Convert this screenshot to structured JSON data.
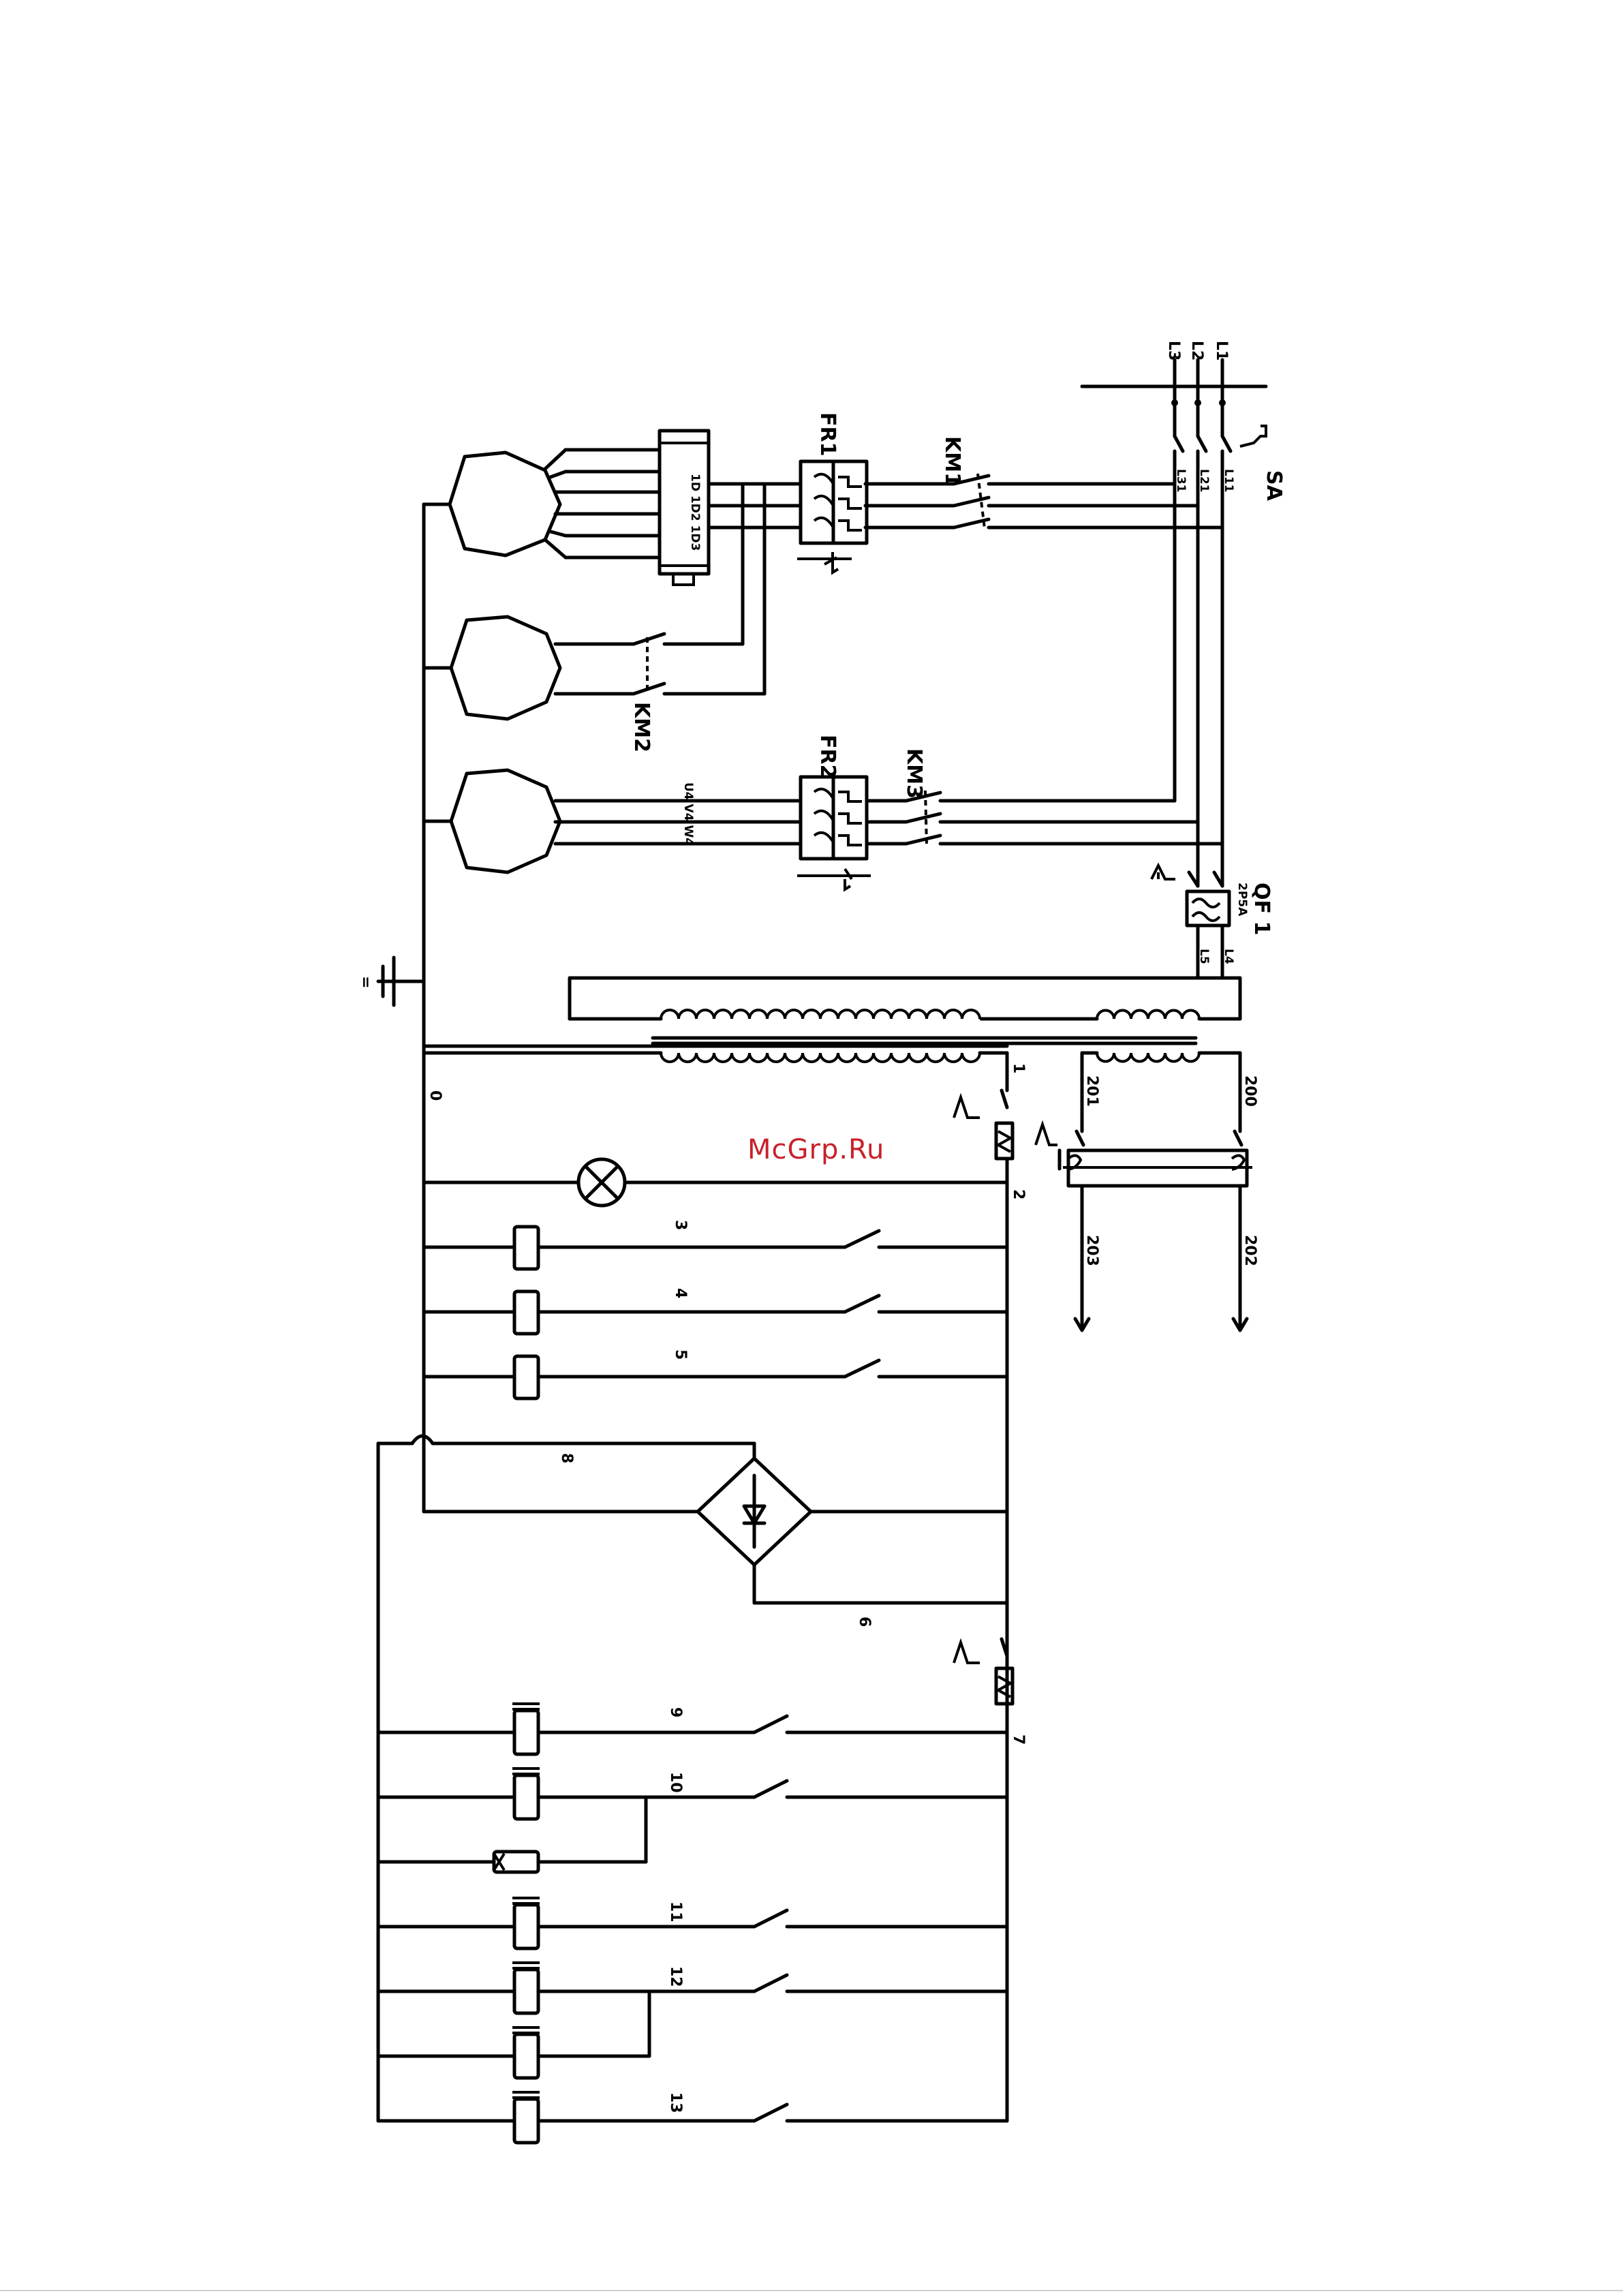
{
  "watermark": "McGrp.Ru",
  "labels": {
    "sa": "SA",
    "l1": "L1",
    "l2": "L2",
    "l3": "L3",
    "l11": "L11",
    "l21": "L21",
    "l31": "L31",
    "km1": "KM1",
    "km2": "KM2",
    "km3": "KM3",
    "fr1": "FR1",
    "fr2": "FR2",
    "qf1": "QF 1",
    "qf1_rating": "2P5A",
    "l4": "L4",
    "l5": "L5",
    "m1_terms": "1D 1D2 1D3",
    "m3_terms": "U4 V4 W4",
    "w200": "200",
    "w201": "201",
    "w202": "202",
    "w203": "203",
    "n0": "0",
    "n1": "1",
    "n2": "2",
    "n3": "3",
    "n4": "4",
    "n5": "5",
    "n6": "6",
    "n7": "7",
    "n8": "8",
    "n9": "9",
    "n10": "10",
    "n11": "11",
    "n12": "12",
    "n13": "13",
    "ground": "="
  }
}
